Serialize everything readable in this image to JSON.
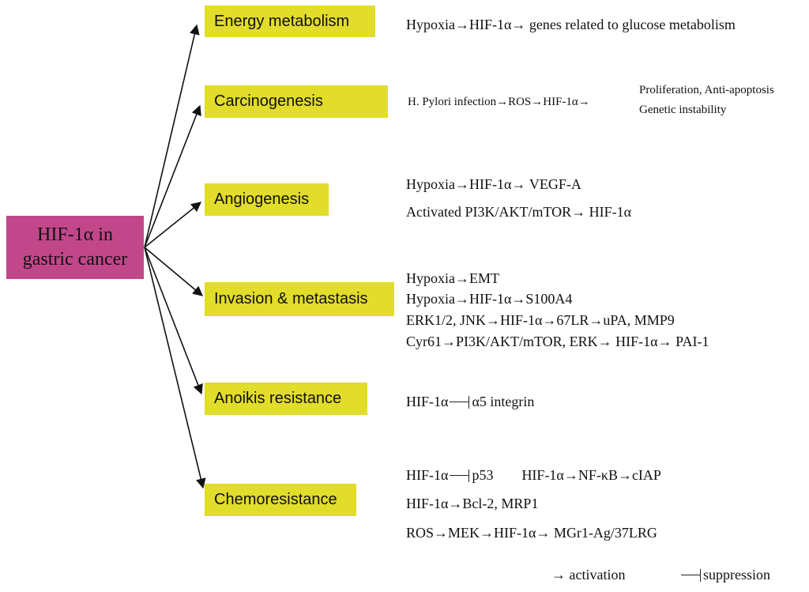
{
  "center": {
    "line1": "HIF-1α in",
    "line2": "gastric cancer"
  },
  "categories": [
    {
      "label": "Energy metabolism",
      "lines": [
        [
          {
            "t": "text",
            "v": "Hypoxia→HIF-1α→ genes related to glucose metabolism"
          }
        ]
      ]
    },
    {
      "label": "Carcinogenesis",
      "lines": [
        [
          {
            "t": "text",
            "v": "H. Pylori infection→ROS→HIF-1α→"
          }
        ]
      ],
      "outcomes": [
        "Proliferation, Anti-apoptosis",
        "Genetic instability"
      ]
    },
    {
      "label": "Angiogenesis",
      "lines": [
        [
          {
            "t": "text",
            "v": "Hypoxia→HIF-1α→ VEGF-A"
          }
        ],
        [
          {
            "t": "text",
            "v": "Activated PI3K/AKT/mTOR→ HIF-1α"
          }
        ]
      ]
    },
    {
      "label": "Invasion & metastasis",
      "lines": [
        [
          {
            "t": "text",
            "v": "Hypoxia→EMT"
          }
        ],
        [
          {
            "t": "text",
            "v": "Hypoxia→HIF-1α→S100A4"
          }
        ],
        [
          {
            "t": "text",
            "v": "ERK1/2, JNK→HIF-1α→67LR→uPA, MMP9"
          }
        ],
        [
          {
            "t": "text",
            "v": "Cyr61→PI3K/AKT/mTOR, ERK→ HIF-1α→ PAI-1"
          }
        ]
      ]
    },
    {
      "label": "Anoikis resistance",
      "lines": [
        [
          {
            "t": "text",
            "v": "HIF-1α"
          },
          {
            "t": "supp"
          },
          {
            "t": "text",
            "v": "α5 integrin"
          }
        ]
      ]
    },
    {
      "label": "Chemoresistance",
      "lines": [
        [
          {
            "t": "text",
            "v": "HIF-1α"
          },
          {
            "t": "supp"
          },
          {
            "t": "text",
            "v": "p53"
          },
          {
            "t": "gap"
          },
          {
            "t": "text",
            "v": "HIF-1α→NF-κB→cIAP"
          }
        ],
        [
          {
            "t": "text",
            "v": "HIF-1α→Bcl-2, MRP1"
          }
        ],
        [
          {
            "t": "text",
            "v": "ROS→MEK→HIF-1α→ MGr1-Ag/37LRG"
          }
        ]
      ]
    }
  ],
  "legend": {
    "activation": "→ activation",
    "suppression": "suppression"
  },
  "colors": {
    "center_fill": "#c2478a",
    "category_fill": "#e2dc2b",
    "arrow": "#111111"
  }
}
